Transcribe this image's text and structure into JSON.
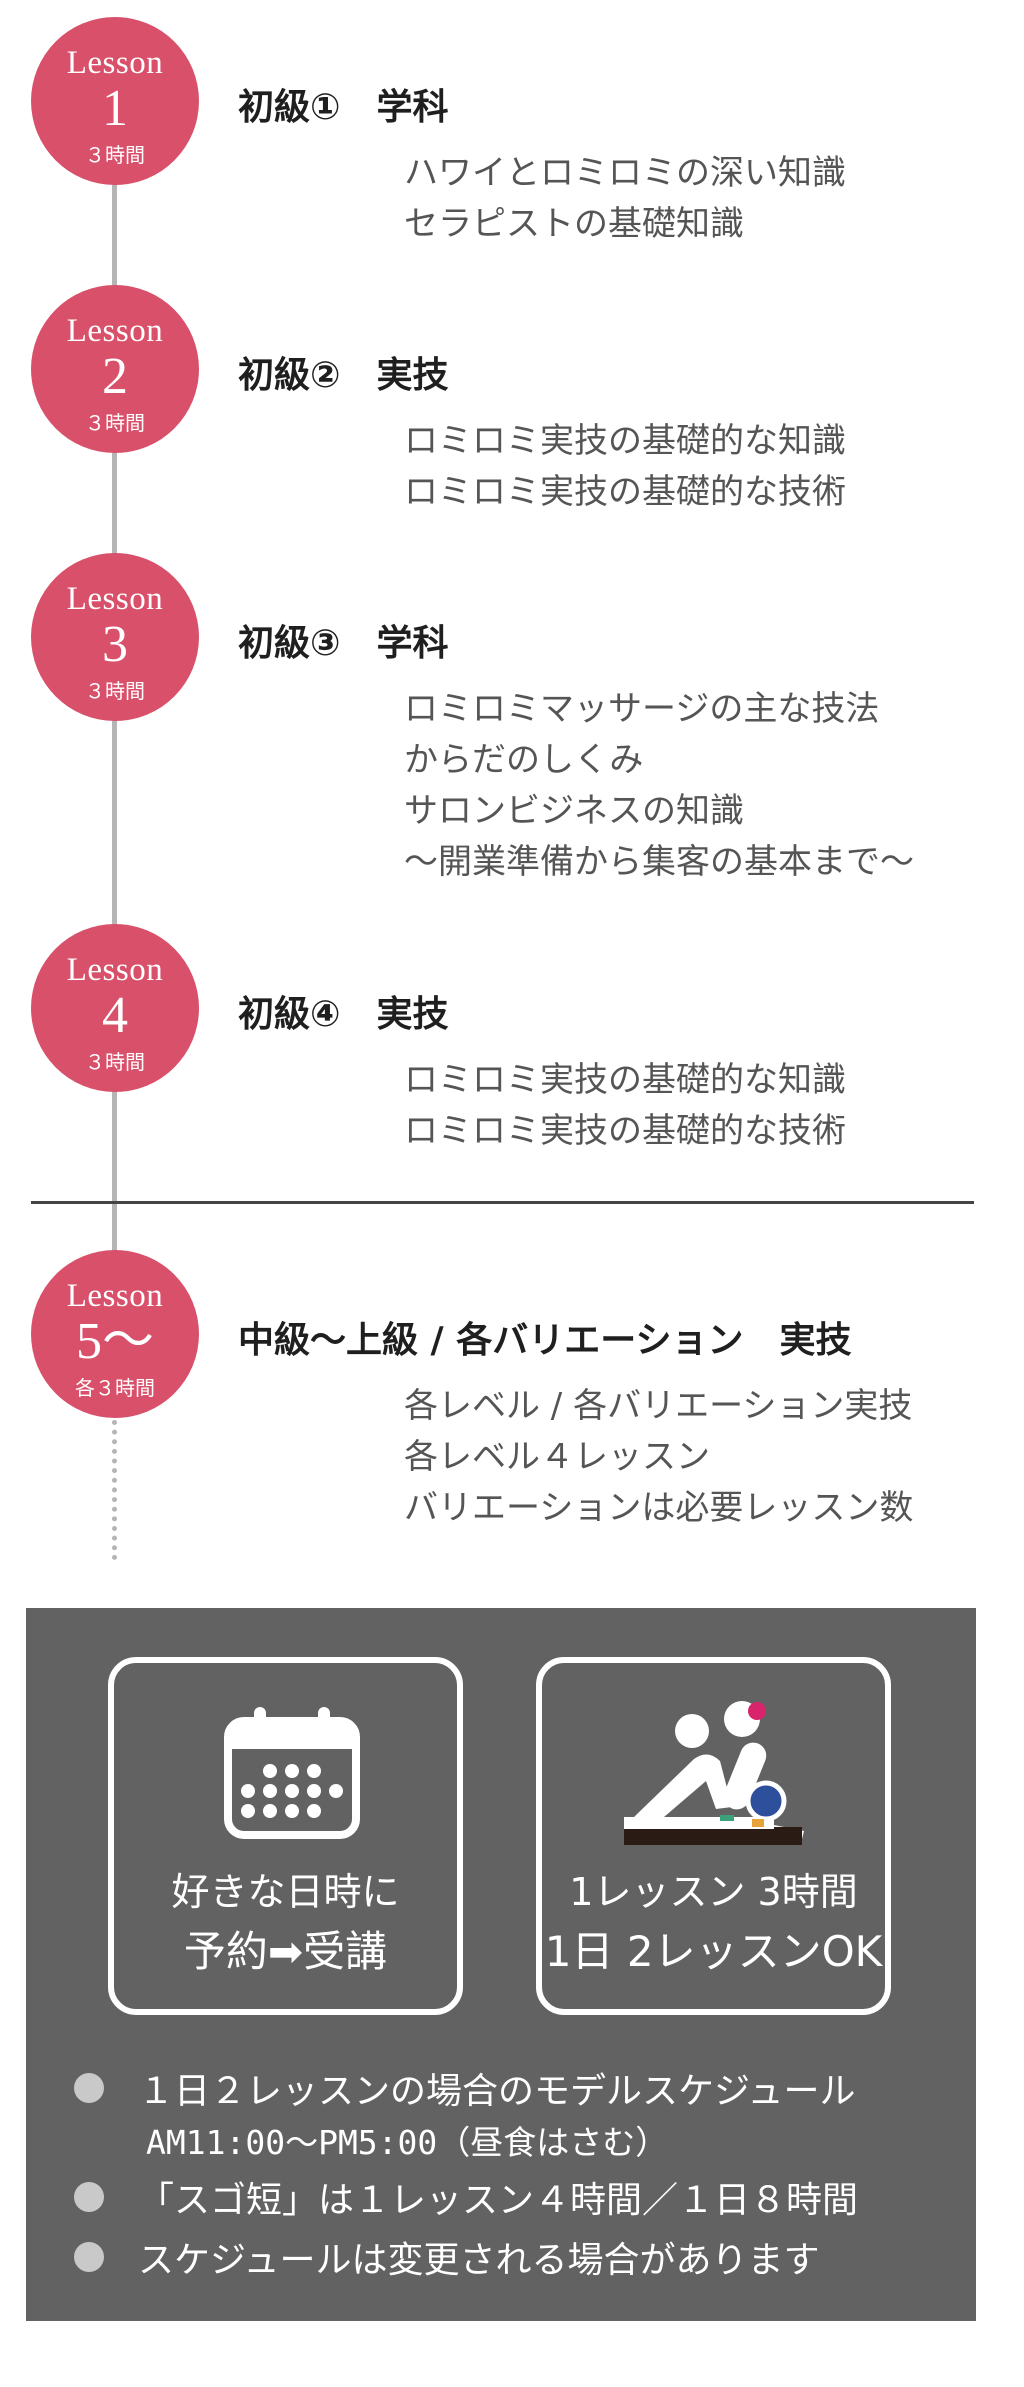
{
  "lessons": [
    {
      "lesson_word": "Lesson",
      "number": "1",
      "hours": "３時間",
      "title": "初級①　学科",
      "desc": [
        "ハワイとロミロミの深い知識",
        "セラピストの基礎知識"
      ]
    },
    {
      "lesson_word": "Lesson",
      "number": "2",
      "hours": "３時間",
      "title": "初級②　実技",
      "desc": [
        "ロミロミ実技の基礎的な知識",
        "ロミロミ実技の基礎的な技術"
      ]
    },
    {
      "lesson_word": "Lesson",
      "number": "3",
      "hours": "３時間",
      "title": "初級③　学科",
      "desc": [
        "ロミロミマッサージの主な技法",
        "からだのしくみ",
        "サロンビジネスの知識",
        "〜開業準備から集客の基本まで〜"
      ]
    },
    {
      "lesson_word": "Lesson",
      "number": "4",
      "hours": "３時間",
      "title": "初級④　実技",
      "desc": [
        "ロミロミ実技の基礎的な知識",
        "ロミロミ実技の基礎的な技術"
      ]
    },
    {
      "lesson_word": "Lesson",
      "number": "5〜",
      "hours": "各３時間",
      "title": "中級〜上級 / 各バリエーション　実技",
      "desc": [
        "各レベル / 各バリエーション実技",
        "各レベル４レッスン",
        "バリエーションは必要レッスン数"
      ]
    }
  ],
  "info": {
    "card_left": {
      "icon": "calendar-icon",
      "line1": "好きな日時に",
      "line2": "予約➡受講"
    },
    "card_right": {
      "icon": "massage-icon",
      "line1": "1レッスン 3時間",
      "line2": "1日 2レッスンOK"
    },
    "notes": [
      {
        "text": "１日２レッスンの場合のモデルスケジュール",
        "sub": "AM11:00〜PM5:00（昼食はさむ）"
      },
      {
        "text": "「スゴ短」は１レッスン４時間／１日８時間"
      },
      {
        "text": "スケジュールは変更される場合があります"
      }
    ]
  },
  "colors": {
    "accent": "#d9506a",
    "panel": "#626262",
    "line": "#b5b5b5"
  }
}
